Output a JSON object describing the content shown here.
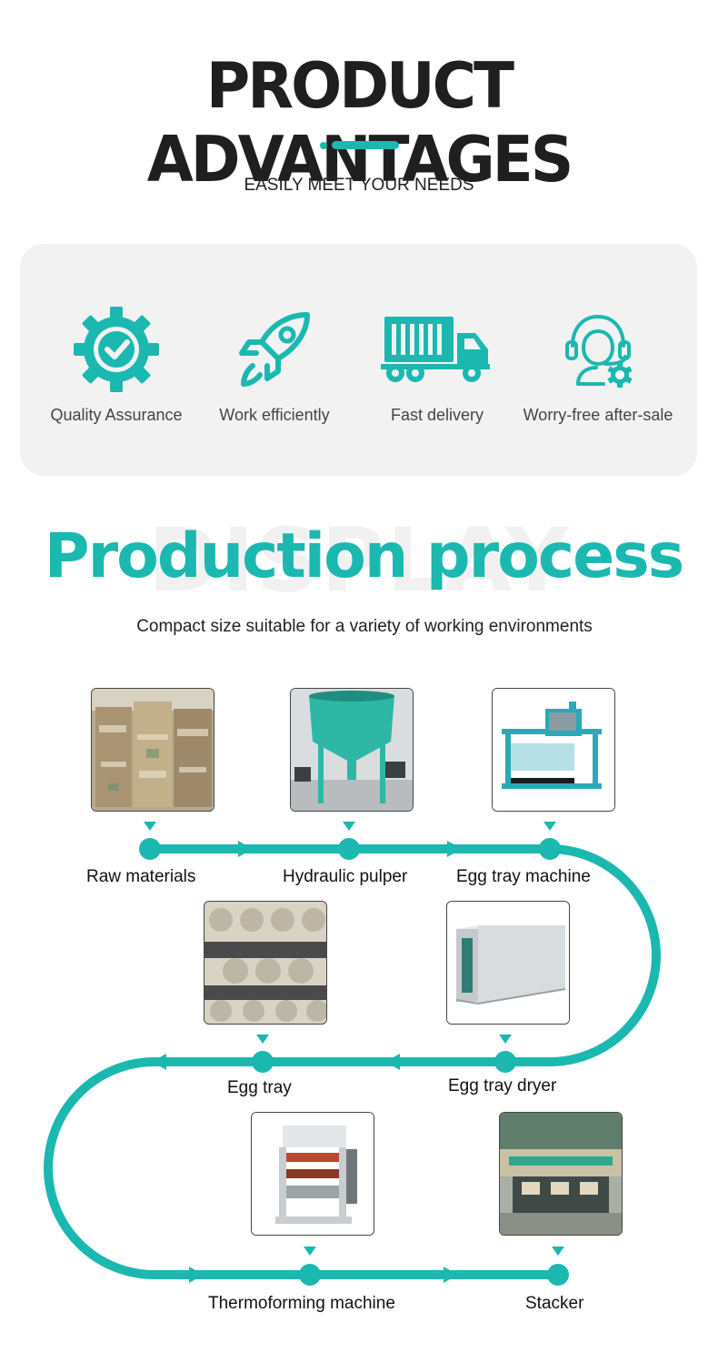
{
  "header": {
    "title": "PRODUCT ADVANTAGES",
    "subtitle": "EASILY MEET YOUR NEEDS"
  },
  "advantages": [
    {
      "label": "Quality Assurance",
      "icon": "gear-check-icon"
    },
    {
      "label": "Work efficiently",
      "icon": "rocket-icon"
    },
    {
      "label": "Fast delivery",
      "icon": "truck-icon"
    },
    {
      "label": "Worry-free after-sale",
      "icon": "headset-gear-icon"
    }
  ],
  "process": {
    "watermark": "DISPLAY",
    "title": "Production process",
    "subtitle": "Compact size suitable for a variety of working environments",
    "steps": [
      {
        "label": "Raw materials"
      },
      {
        "label": "Hydraulic pulper"
      },
      {
        "label": "Egg tray machine"
      },
      {
        "label": "Egg tray"
      },
      {
        "label": "Egg tray dryer"
      },
      {
        "label": "Thermoforming machine"
      },
      {
        "label": "Stacker"
      }
    ]
  },
  "colors": {
    "accent": "#1bb8b0",
    "panel": "#f2f2f2",
    "title": "#1f1f1f"
  }
}
